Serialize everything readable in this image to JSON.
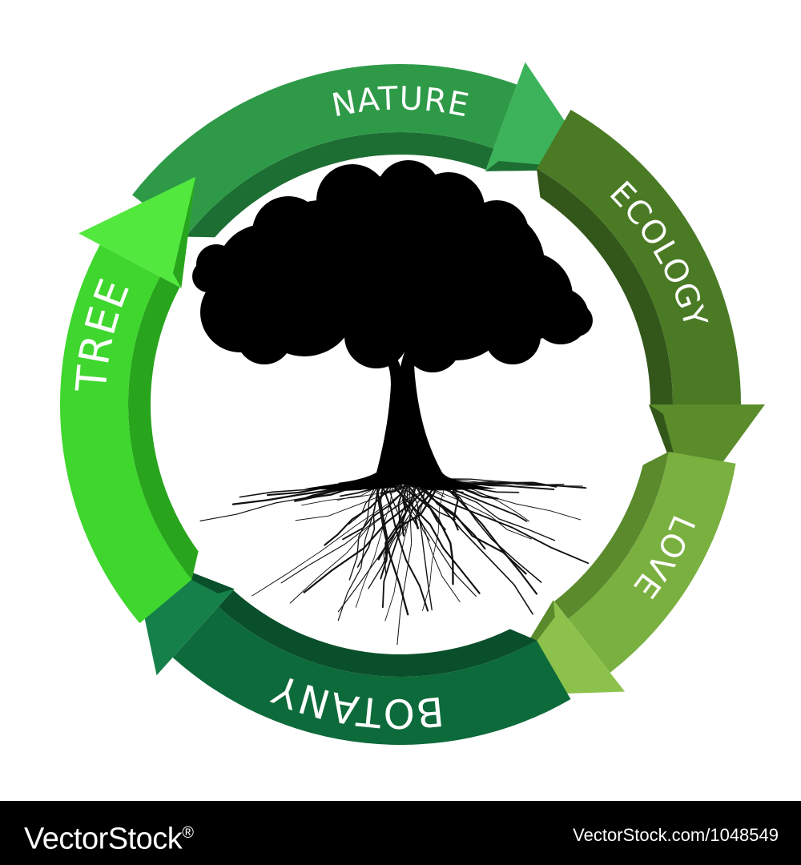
{
  "diagram": {
    "segments": [
      {
        "id": "nature",
        "label": "NATURE",
        "color": "#2e9a48",
        "shade": "#1d6e32",
        "tip": "#3cb35a"
      },
      {
        "id": "ecology",
        "label": "ECOLOGY",
        "color": "#4a7a24",
        "shade": "#33561a",
        "tip": "#5a8c2c"
      },
      {
        "id": "love",
        "label": "LOVE",
        "color": "#7ab040",
        "shade": "#5a8a2c",
        "tip": "#8cc24c"
      },
      {
        "id": "botany",
        "label": "BOTANY",
        "color": "#0d6a3a",
        "shade": "#0a4f2b",
        "tip": "#16804a"
      },
      {
        "id": "tree",
        "label": "TREE",
        "color": "#3fd62e",
        "shade": "#28a51c",
        "tip": "#52e83e"
      }
    ],
    "center_image": "tree-silhouette-with-roots"
  },
  "footer": {
    "brand": "VectorStock",
    "brand_mark": "®",
    "url": "VectorStock.com/1048549"
  }
}
